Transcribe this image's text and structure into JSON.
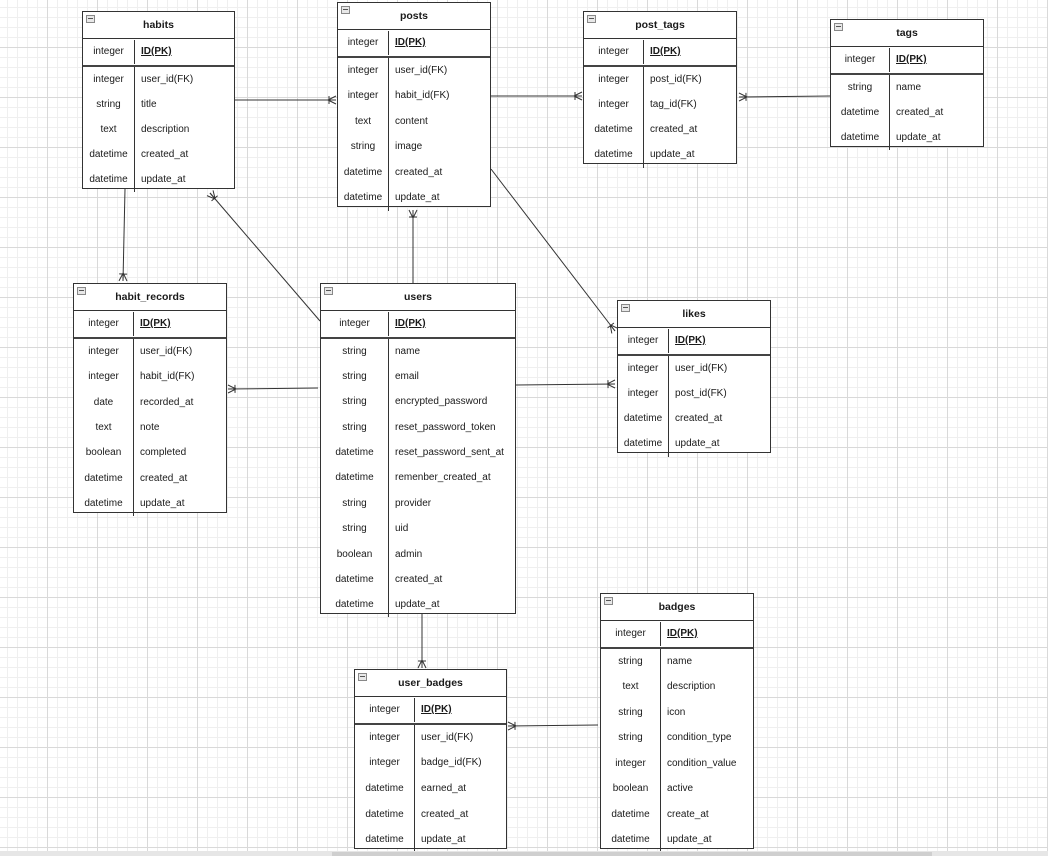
{
  "diagram": {
    "entities": [
      {
        "id": "habits",
        "name": "habits",
        "pk": {
          "type": "integer",
          "name": "ID(PK)"
        },
        "fields": [
          {
            "type": "integer",
            "name": "user_id(FK)"
          },
          {
            "type": "string",
            "name": "title"
          },
          {
            "type": "text",
            "name": "description"
          },
          {
            "type": "datetime",
            "name": "created_at"
          },
          {
            "type": "datetime",
            "name": "update_at"
          }
        ]
      },
      {
        "id": "posts",
        "name": "posts",
        "pk": {
          "type": "integer",
          "name": "ID(PK)"
        },
        "fields": [
          {
            "type": "integer",
            "name": "user_id(FK)"
          },
          {
            "type": "integer",
            "name": "habit_id(FK)"
          },
          {
            "type": "text",
            "name": "content"
          },
          {
            "type": "string",
            "name": "image"
          },
          {
            "type": "datetime",
            "name": "created_at"
          },
          {
            "type": "datetime",
            "name": "update_at"
          }
        ]
      },
      {
        "id": "post_tags",
        "name": "post_tags",
        "pk": {
          "type": "integer",
          "name": "ID(PK)"
        },
        "fields": [
          {
            "type": "integer",
            "name": "post_id(FK)"
          },
          {
            "type": "integer",
            "name": "tag_id(FK)"
          },
          {
            "type": "datetime",
            "name": "created_at"
          },
          {
            "type": "datetime",
            "name": "update_at"
          }
        ]
      },
      {
        "id": "tags",
        "name": "tags",
        "pk": {
          "type": "integer",
          "name": "ID(PK)"
        },
        "fields": [
          {
            "type": "string",
            "name": "name"
          },
          {
            "type": "datetime",
            "name": "created_at"
          },
          {
            "type": "datetime",
            "name": "update_at"
          }
        ]
      },
      {
        "id": "habit_records",
        "name": "habit_records",
        "pk": {
          "type": "integer",
          "name": "ID(PK)"
        },
        "fields": [
          {
            "type": "integer",
            "name": "user_id(FK)"
          },
          {
            "type": "integer",
            "name": "habit_id(FK)"
          },
          {
            "type": "date",
            "name": "recorded_at"
          },
          {
            "type": "text",
            "name": "note"
          },
          {
            "type": "boolean",
            "name": "completed"
          },
          {
            "type": "datetime",
            "name": "created_at"
          },
          {
            "type": "datetime",
            "name": "update_at"
          }
        ]
      },
      {
        "id": "users",
        "name": "users",
        "pk": {
          "type": "integer",
          "name": "ID(PK)"
        },
        "fields": [
          {
            "type": "string",
            "name": "name"
          },
          {
            "type": "string",
            "name": "email"
          },
          {
            "type": "string",
            "name": "encrypted_password"
          },
          {
            "type": "string",
            "name": "reset_password_token"
          },
          {
            "type": "datetime",
            "name": "reset_password_sent_at"
          },
          {
            "type": "datetime",
            "name": "remenber_created_at"
          },
          {
            "type": "string",
            "name": "provider"
          },
          {
            "type": "string",
            "name": "uid"
          },
          {
            "type": "boolean",
            "name": "admin"
          },
          {
            "type": "datetime",
            "name": "created_at"
          },
          {
            "type": "datetime",
            "name": "update_at"
          }
        ]
      },
      {
        "id": "likes",
        "name": "likes",
        "pk": {
          "type": "integer",
          "name": "ID(PK)"
        },
        "fields": [
          {
            "type": "integer",
            "name": "user_id(FK)"
          },
          {
            "type": "integer",
            "name": "post_id(FK)"
          },
          {
            "type": "datetime",
            "name": "created_at"
          },
          {
            "type": "datetime",
            "name": "update_at"
          }
        ]
      },
      {
        "id": "user_badges",
        "name": "user_badges",
        "pk": {
          "type": "integer",
          "name": "ID(PK)"
        },
        "fields": [
          {
            "type": "integer",
            "name": "user_id(FK)"
          },
          {
            "type": "integer",
            "name": "badge_id(FK)"
          },
          {
            "type": "datetime",
            "name": "earned_at"
          },
          {
            "type": "datetime",
            "name": "created_at"
          },
          {
            "type": "datetime",
            "name": "update_at"
          }
        ]
      },
      {
        "id": "badges",
        "name": "badges",
        "pk": {
          "type": "integer",
          "name": "ID(PK)"
        },
        "fields": [
          {
            "type": "string",
            "name": "name"
          },
          {
            "type": "text",
            "name": "description"
          },
          {
            "type": "string",
            "name": "icon"
          },
          {
            "type": "string",
            "name": "condition_type"
          },
          {
            "type": "integer",
            "name": "condition_value"
          },
          {
            "type": "boolean",
            "name": "active"
          },
          {
            "type": "datetime",
            "name": "create_at"
          },
          {
            "type": "datetime",
            "name": "update_at"
          }
        ]
      }
    ],
    "relationships": [
      {
        "from": "users",
        "to": "habits",
        "cardinality": "one-to-many"
      },
      {
        "from": "users",
        "to": "posts",
        "cardinality": "one-to-many"
      },
      {
        "from": "users",
        "to": "habit_records",
        "cardinality": "one-to-many"
      },
      {
        "from": "users",
        "to": "likes",
        "cardinality": "one-to-many"
      },
      {
        "from": "users",
        "to": "user_badges",
        "cardinality": "one-to-many"
      },
      {
        "from": "habits",
        "to": "posts",
        "cardinality": "one-to-many"
      },
      {
        "from": "habits",
        "to": "habit_records",
        "cardinality": "one-to-many"
      },
      {
        "from": "posts",
        "to": "post_tags",
        "cardinality": "one-to-many"
      },
      {
        "from": "posts",
        "to": "likes",
        "cardinality": "one-to-many"
      },
      {
        "from": "tags",
        "to": "post_tags",
        "cardinality": "one-to-many"
      },
      {
        "from": "badges",
        "to": "user_badges",
        "cardinality": "one-to-many"
      }
    ],
    "colors": {
      "border": "#333333",
      "line": "#333333",
      "grid": "#d9d9d9",
      "background": "#ffffff"
    }
  }
}
